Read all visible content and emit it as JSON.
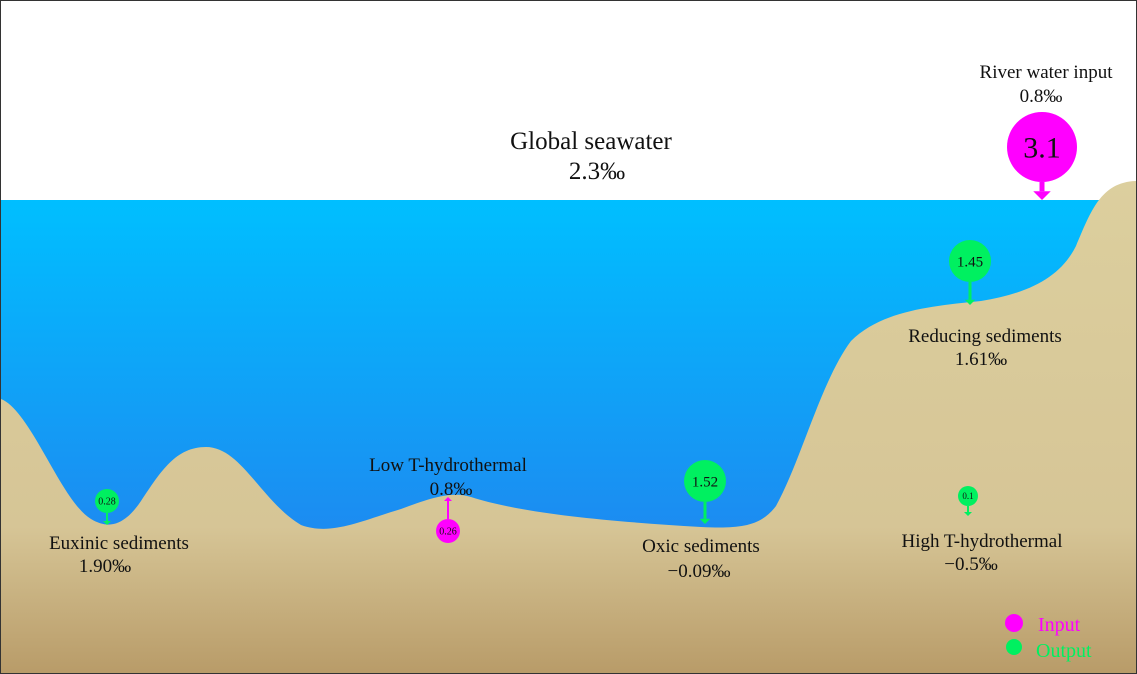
{
  "title": {
    "name": "Global seawater",
    "value": "2.3‰"
  },
  "colors": {
    "input": "#ff00ff",
    "output": "#00f060",
    "water_top": "#00bfff",
    "water_bottom": "#1e88f0",
    "sediment_top": "#dccf9e",
    "sediment_bottom": "#b89b68"
  },
  "reservoirs": [
    {
      "name": "River water input",
      "value": "0.8‰"
    },
    {
      "name": "Reducing sediments",
      "value": "1.61‰"
    },
    {
      "name": "Euxinic  sediments",
      "value": "1.90‰"
    },
    {
      "name": "Low T-hydrothermal",
      "value": "0.8‰"
    },
    {
      "name": "Oxic sediments",
      "value": "−0.09‰"
    },
    {
      "name": "High T-hydrothermal",
      "value": "−0.5‰"
    }
  ],
  "fluxes": [
    {
      "label": "3.1",
      "type": "input",
      "source": "River water input"
    },
    {
      "label": "1.45",
      "type": "output",
      "source": "Reducing sediments"
    },
    {
      "label": "0.28",
      "type": "output",
      "source": "Euxinic sediments"
    },
    {
      "label": "0.26",
      "type": "input",
      "source": "Low T-hydrothermal"
    },
    {
      "label": "1.52",
      "type": "output",
      "source": "Oxic sediments"
    },
    {
      "label": "0.1",
      "type": "output",
      "source": "High T-hydrothermal"
    }
  ],
  "legend": {
    "input": "Input",
    "output": "Output"
  }
}
